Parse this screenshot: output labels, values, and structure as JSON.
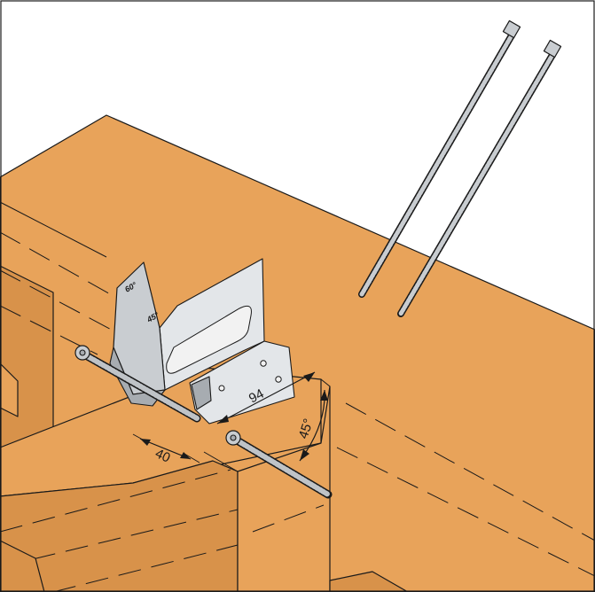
{
  "labels": {
    "dim_94": "94",
    "dim_40": "40",
    "dim_angle": "45°",
    "engrave_60": "60°",
    "engrave_45": "45°"
  },
  "colors": {
    "wood": "#E8A35A",
    "metal": "#C9CDD1"
  }
}
